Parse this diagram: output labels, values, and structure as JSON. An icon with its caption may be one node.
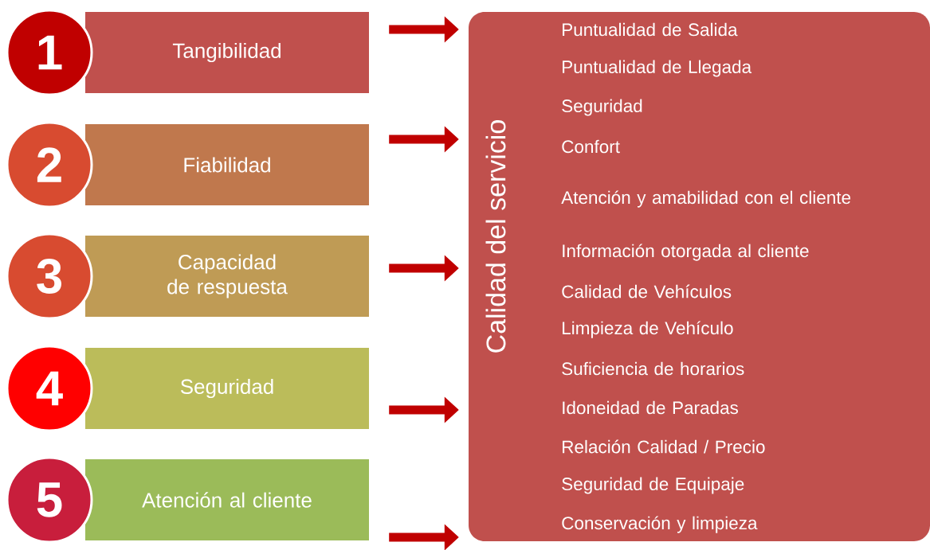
{
  "diagram": {
    "nodes": [
      {
        "text": [
          "1"
        ]
      },
      {
        "text": [
          "Tangibilidad"
        ]
      },
      {
        "text": [
          "2"
        ]
      },
      {
        "text": [
          "Fiabilidad"
        ]
      },
      {
        "text": [
          "3"
        ]
      },
      {
        "text": [
          "Capacidad de respuesta"
        ]
      },
      {
        "text": [
          "4"
        ]
      },
      {
        "text": [
          "Seguridad"
        ]
      },
      {
        "text": [
          "5"
        ]
      },
      {
        "text": [
          "Atención al cliente"
        ]
      },
      {
        "text": [
          "Calidad del servicio",
          "Puntualidad de Salida",
          "Puntualidad de Llegada",
          "Seguridad",
          "Confort",
          "Atención y amabilidad con el cliente",
          "Información otorgada al cliente",
          "Calidad de Vehículos",
          "Limpieza de Vehículo",
          "Suficiencia de horarios",
          "Idoneidad de Paradas",
          "Relación Calidad / Precio",
          "Seguridad de Equipaje",
          "Conservación y limpieza"
        ]
      }
    ],
    "edges": [
      {
        "from": 1,
        "to": 10,
        "arrow": "to"
      },
      {
        "from": 3,
        "to": 10,
        "arrow": "to"
      },
      {
        "from": 5,
        "to": 10,
        "arrow": "to"
      },
      {
        "from": 7,
        "to": 10,
        "arrow": "to"
      },
      {
        "from": 9,
        "to": 10,
        "arrow": "to"
      }
    ]
  }
}
